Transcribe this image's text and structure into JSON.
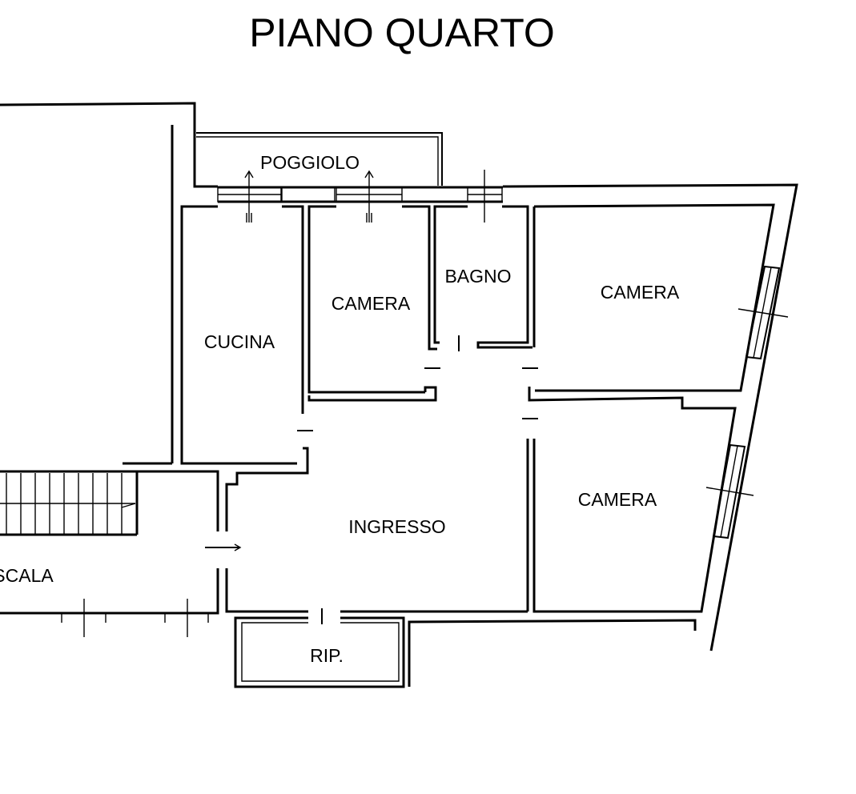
{
  "title": "PIANO QUARTO",
  "rooms": {
    "poggiolo": "POGGIOLO",
    "cucina": "CUCINA",
    "camera_1": "CAMERA",
    "bagno": "BAGNO",
    "camera_2": "CAMERA",
    "camera_3": "CAMERA",
    "ingresso": "INGRESSO",
    "scala": "SCALA",
    "ripostiglio": "RIP."
  }
}
